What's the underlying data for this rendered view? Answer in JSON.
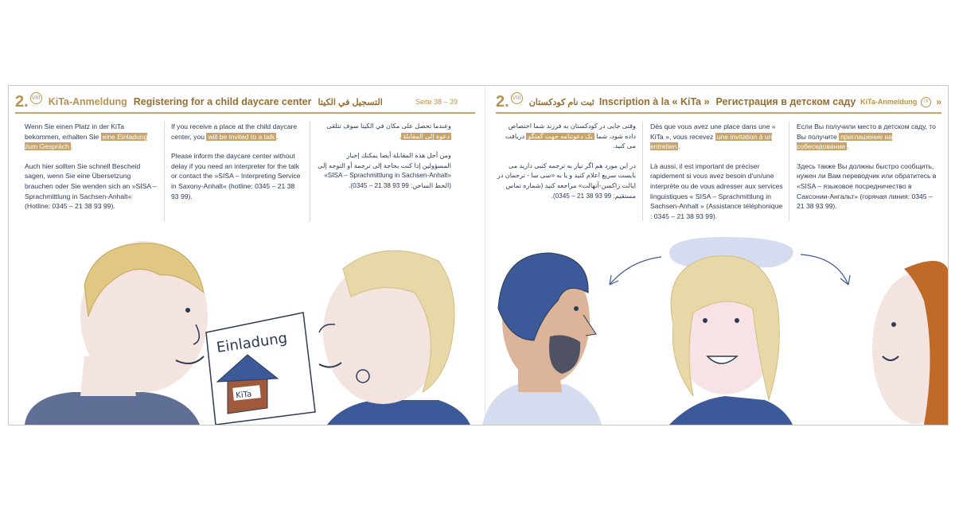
{
  "header_left": {
    "number": "2.",
    "sup": "VIII",
    "title_de": "KiTa-Anmeldung",
    "title_en": "Registering for a child daycare center",
    "title_ar": "التسجيل في الكيتا",
    "page": "Seite 38 – 39"
  },
  "header_right": {
    "number": "2.",
    "sup": "VIII",
    "title_fa": "ثبت نام کودکستان",
    "title_fr": "Inscription à la « KiTa »",
    "title_ru": "Регистрация в детском саду",
    "tag": "KiTa-Anmeldung",
    "tag_sup": "IX",
    "chevron": "»"
  },
  "columns": {
    "de": {
      "p1a": "Wenn Sie einen Platz in der KiTa bekommen,",
      "p1b": "erhalten Sie",
      "p1_hl": "eine Einladung zum Gespräch",
      "p1_end": ".",
      "p2": "Auch hier sollten Sie schnell Bescheid sagen, wenn Sie eine Übersetzung brauchen oder Sie wenden sich an »SISA – Sprachmittlung in Sachsen-Anhalt« (Hotline: 0345 – 21 38 93 99)."
    },
    "en": {
      "p1a": "If you receive a place at the child daycare center, you",
      "p1_hl": "will be invited to a talk",
      "p1_end": ".",
      "p2": "Please inform the daycare center without delay if you need an interpreter for the talk or contact the »SISA – Interpreting Service in Saxony-Anhalt« (hotline: 0345 – 21 38 93 99)."
    },
    "ar": {
      "p1a": "وعندما تحصل على مكان في الكيتا سوف تتلقى",
      "p1_hl": "دعوة إلى المقابلة",
      "p1_end": ".",
      "p2": "ومن أجل هذه المقابلة أيضا يمكنك إخبار المسؤولين إذا كنت بحاجة إلى ترجمة أو التوجه إلى «SISA – Sprachmittlung in Sachsen-Anhalt» (الخط الساخن: 99 93 38 21 – 0345)."
    },
    "fa": {
      "p1a": "وقتی جایی در کودکستان به فرزند شما اختصاص داده شود، شما",
      "p1_hl": "یک دعوتنامه جهت گفتگو",
      "p1_end": "دریافت می کنید.",
      "p2": "در این مورد هم اگر نیاز به ترجمه کتبی دارید می بایست سریع اعلام کنید و یا به «سی سا - ترجمان در ایالت زاکسن-آنهالت» مراجعه کنید (شماره تماس مستقیم: 99 93 38 21 – 0345)."
    },
    "fr": {
      "p1a": "Dès que vous avez une place dans une « KiTa », vous recevez",
      "p1_hl": "une invitation à un entretien",
      "p1_end": ".",
      "p2": "Là aussi, il est important de préciser rapidement si vous avez besoin d'un/une interprète ou de vous adresser aux services linguistiques « SISA – Sprachmittlung in Sachsen-Anhalt » (Assistance téléphonique : 0345 – 21 38 93 99)."
    },
    "ru": {
      "p1a": "Если Вы получили место в детском саду, то Вы получите",
      "p1_hl": "приглашение на собеседование",
      "p1_end": ".",
      "p2": "Здесь также Вы должны быстро сообщить, нужен ли Вам переводчик или обратитесь в «SISA – языковое посредничество в Саксонии-Ангальт» (горячая линия: 0345 – 21 38 93 99)."
    }
  },
  "illustration": {
    "letter_text": "Einladung",
    "house_label": "KiTa",
    "colors": {
      "gold": "#c9a46a",
      "navy": "#3c5a99",
      "skin_light": "#f4e4e0",
      "skin_dark": "#dcb49a",
      "hair_blonde": "#e8d8a8",
      "hair_red": "#c06a2a",
      "bubble": "#d6dcef",
      "house_brown": "#a0593a"
    }
  }
}
